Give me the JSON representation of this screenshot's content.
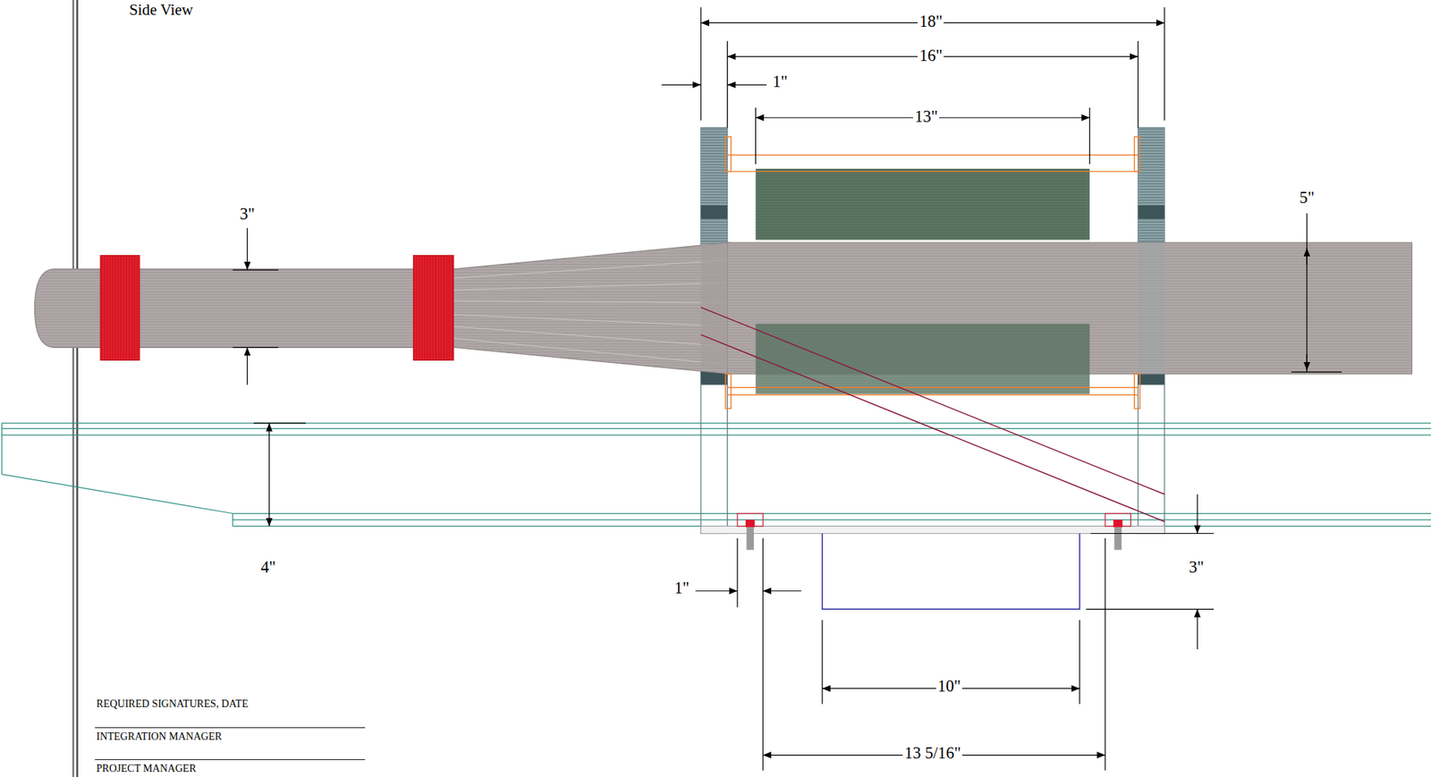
{
  "diagram": {
    "title": "Side View",
    "labels": [
      "18\"",
      "16\"",
      "1\"",
      "13\"",
      "3\"",
      "5\"",
      "4\"",
      "1\"",
      "3\"",
      "10\"",
      "13 5/16\"",
      "REQUIRED SIGNATURES, DATE",
      "INTEGRATION MANAGER",
      "PROJECT MANAGER"
    ]
  }
}
